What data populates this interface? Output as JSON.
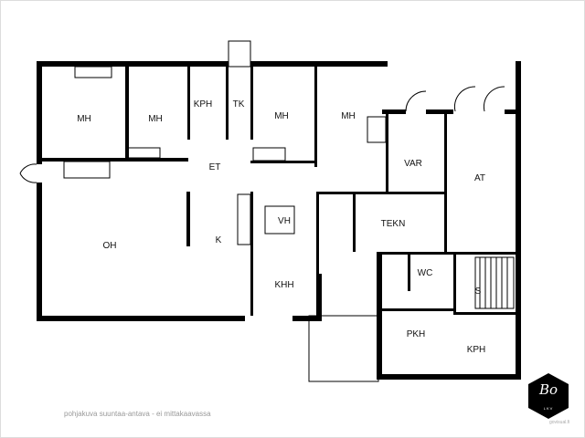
{
  "rooms": [
    "MH",
    "MH",
    "KPH",
    "TK",
    "MH",
    "MH",
    "ET",
    "VAR",
    "AT",
    "OH",
    "K",
    "VH",
    "TEKN",
    "KHH",
    "WC",
    "S",
    "PKH",
    "KPH"
  ],
  "footer_note": "pohjakuva suuntaa-antava - ei mittakaavassa",
  "logo": {
    "mark": "Bo",
    "sub": "LKV"
  },
  "website": "govisual.fi"
}
